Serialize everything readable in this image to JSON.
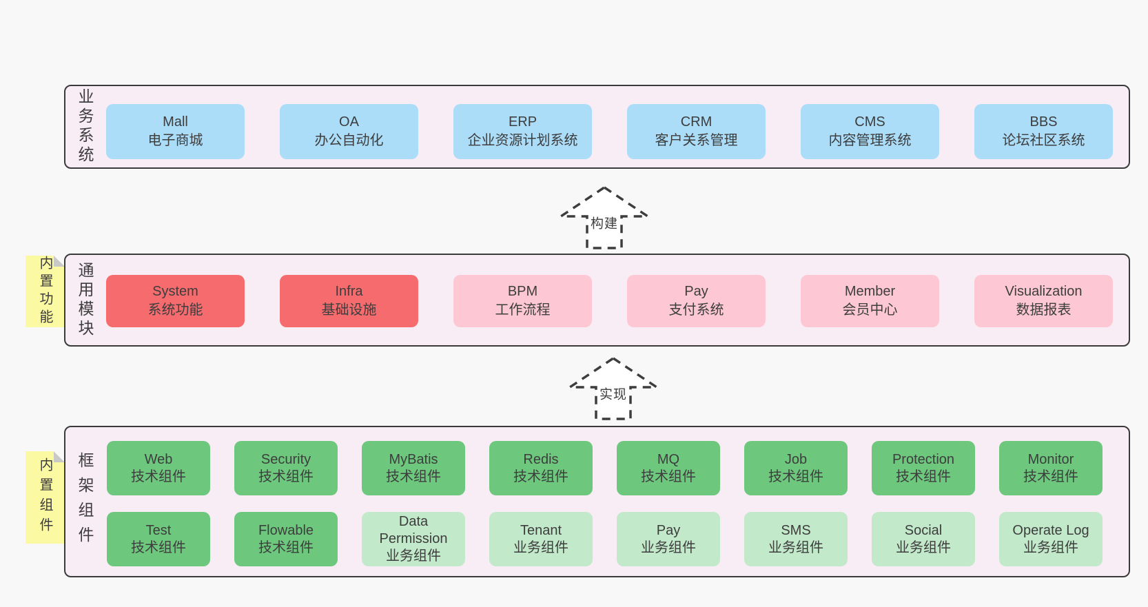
{
  "colors": {
    "page_bg": "#f8f8f8",
    "band_bg": "#f8ecf5",
    "band_border": "#3a3a3a",
    "blue": "#abdcf8",
    "red": "#f66c6e",
    "pink": "#fdc8d3",
    "green_dark": "#6dc87e",
    "green_light": "#c2e9ca",
    "sticky_yellow": "#fbf9a2",
    "sticky_fold": "#c9c9c9",
    "text": "#3d3d3d",
    "arrow_stroke": "#3d3d3d"
  },
  "bands": [
    {
      "label": "业务系统",
      "boxes": [
        {
          "title": "Mall",
          "subtitle": "电子商城"
        },
        {
          "title": "OA",
          "subtitle": "办公自动化"
        },
        {
          "title": "ERP",
          "subtitle": "企业资源计划系统"
        },
        {
          "title": "CRM",
          "subtitle": "客户关系管理"
        },
        {
          "title": "CMS",
          "subtitle": "内容管理系统"
        },
        {
          "title": "BBS",
          "subtitle": "论坛社区系统"
        }
      ]
    },
    {
      "label": "通用模块",
      "sticky": "内置功能",
      "boxes": [
        {
          "title": "System",
          "subtitle": "系统功能"
        },
        {
          "title": "Infra",
          "subtitle": "基础设施"
        },
        {
          "title": "BPM",
          "subtitle": "工作流程"
        },
        {
          "title": "Pay",
          "subtitle": "支付系统"
        },
        {
          "title": "Member",
          "subtitle": "会员中心"
        },
        {
          "title": "Visualization",
          "subtitle": "数据报表"
        }
      ]
    },
    {
      "label": "框架组件",
      "sticky": "内置组件",
      "rows": [
        [
          {
            "title": "Web",
            "subtitle": "技术组件"
          },
          {
            "title": "Security",
            "subtitle": "技术组件"
          },
          {
            "title": "MyBatis",
            "subtitle": "技术组件"
          },
          {
            "title": "Redis",
            "subtitle": "技术组件"
          },
          {
            "title": "MQ",
            "subtitle": "技术组件"
          },
          {
            "title": "Job",
            "subtitle": "技术组件"
          },
          {
            "title": "Protection",
            "subtitle": "技术组件"
          },
          {
            "title": "Monitor",
            "subtitle": "技术组件"
          }
        ],
        [
          {
            "title": "Test",
            "subtitle": "技术组件"
          },
          {
            "title": "Flowable",
            "subtitle": "技术组件"
          },
          {
            "title": "Data Permission",
            "subtitle": "业务组件"
          },
          {
            "title": "Tenant",
            "subtitle": "业务组件"
          },
          {
            "title": "Pay",
            "subtitle": "业务组件"
          },
          {
            "title": "SMS",
            "subtitle": "业务组件"
          },
          {
            "title": "Social",
            "subtitle": "业务组件"
          },
          {
            "title": "Operate Log",
            "subtitle": "业务组件"
          }
        ]
      ]
    }
  ],
  "arrows": [
    {
      "label": "构建"
    },
    {
      "label": "实现"
    }
  ]
}
